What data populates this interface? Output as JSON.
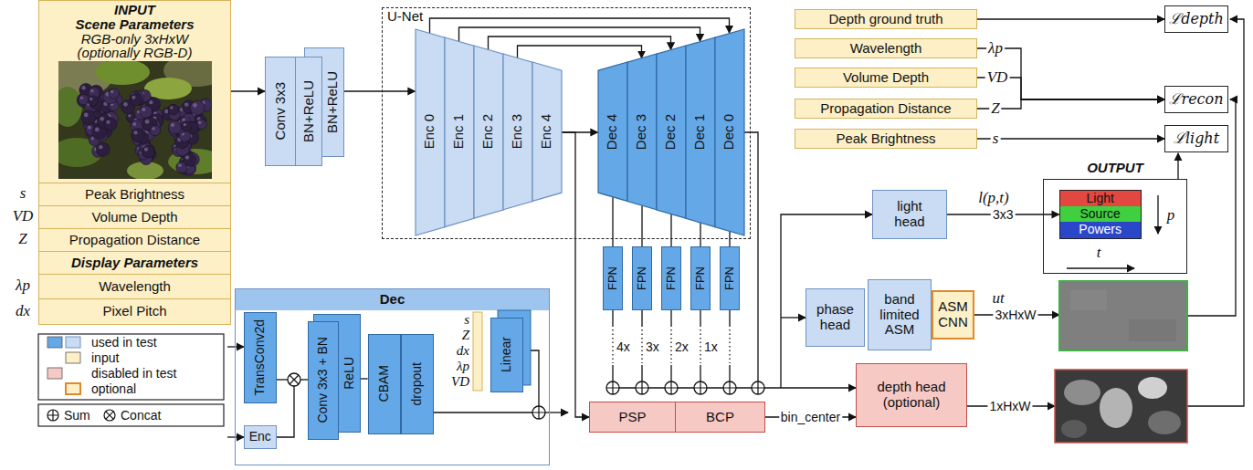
{
  "diagram": {
    "nodes": [
      {
        "text": [
          "INPUT",
          "Scene Parameters",
          "RGB-only 3xHxW (optionally RGB-D)"
        ]
      },
      {
        "text": [
          "Peak Brightness"
        ],
        "in": 0
      },
      {
        "text": [
          "Volume Depth"
        ],
        "in": 0
      },
      {
        "text": [
          "Propagation Distance"
        ],
        "in": 0
      },
      {
        "text": [
          "Display Parameters"
        ],
        "in": 0
      },
      {
        "text": [
          "Wavelength"
        ],
        "in": 0
      },
      {
        "text": [
          "Pixel Pitch"
        ],
        "in": 0
      },
      {
        "text": [
          "Conv 3x3"
        ]
      },
      {
        "text": [
          "BN+ReLU"
        ]
      },
      {
        "text": [
          "BN+ReLU"
        ]
      },
      {
        "text": [
          "U-Net"
        ]
      },
      {
        "text": [
          "Enc 0"
        ],
        "in": 10
      },
      {
        "text": [
          "Enc 1"
        ],
        "in": 10
      },
      {
        "text": [
          "Enc 2"
        ],
        "in": 10
      },
      {
        "text": [
          "Enc 3"
        ],
        "in": 10
      },
      {
        "text": [
          "Enc 4"
        ],
        "in": 10
      },
      {
        "text": [
          "Dec 4"
        ],
        "in": 10
      },
      {
        "text": [
          "Dec 3"
        ],
        "in": 10
      },
      {
        "text": [
          "Dec 2"
        ],
        "in": 10
      },
      {
        "text": [
          "Dec 1"
        ],
        "in": 10
      },
      {
        "text": [
          "Dec 0"
        ],
        "in": 10
      },
      {
        "text": [
          "FPN"
        ]
      },
      {
        "text": [
          "FPN"
        ]
      },
      {
        "text": [
          "FPN"
        ]
      },
      {
        "text": [
          "FPN"
        ]
      },
      {
        "text": [
          "FPN"
        ]
      },
      {
        "text": [
          "PSP"
        ]
      },
      {
        "text": [
          "BCP"
        ]
      },
      {
        "text": [
          "light head"
        ]
      },
      {
        "text": [
          "phase head"
        ]
      },
      {
        "text": [
          "band limited ASM"
        ]
      },
      {
        "text": [
          "ASM CNN"
        ]
      },
      {
        "text": [
          "depth head (optional)"
        ]
      },
      {
        "text": [
          "OUTPUT"
        ]
      },
      {
        "text": [
          "Light",
          "Source",
          "Powers"
        ],
        "in": 33
      },
      {
        "text": [
          "Depth ground truth"
        ]
      },
      {
        "text": [
          "Wavelength"
        ]
      },
      {
        "text": [
          "Volume Depth"
        ]
      },
      {
        "text": [
          "Propagation Distance"
        ]
      },
      {
        "text": [
          "Peak Brightness"
        ]
      },
      {
        "text": [
          "ℒdepth"
        ]
      },
      {
        "text": [
          "ℒrecon"
        ]
      },
      {
        "text": [
          "ℒlight"
        ]
      },
      {
        "text": [
          "Dec"
        ]
      },
      {
        "text": [
          "TransConv2d"
        ],
        "in": 43
      },
      {
        "text": [
          "Enc"
        ],
        "in": 43
      },
      {
        "text": [
          "Conv 3x3 + BN"
        ],
        "in": 43
      },
      {
        "text": [
          "ReLU"
        ],
        "in": 43
      },
      {
        "text": [
          "CBAM"
        ],
        "in": 43
      },
      {
        "text": [
          "dropout"
        ],
        "in": 43
      },
      {
        "text": [
          "Linear"
        ],
        "in": 43
      }
    ],
    "edges": [
      {
        "from": 0,
        "to": 7,
        "arrow": "to"
      },
      {
        "from": 9,
        "to": 11,
        "arrow": "to"
      },
      {
        "from": 11,
        "to": 20,
        "arrow": "to"
      },
      {
        "from": 12,
        "to": 19,
        "arrow": "to"
      },
      {
        "from": 13,
        "to": 18,
        "arrow": "to"
      },
      {
        "from": 14,
        "to": 17,
        "arrow": "to"
      },
      {
        "from": 15,
        "to": 16,
        "arrow": "to"
      },
      {
        "from": 15,
        "to": 26,
        "arrow": "to"
      },
      {
        "from": 16,
        "to": 21,
        "arrow": "none"
      },
      {
        "from": 17,
        "to": 22,
        "arrow": "none"
      },
      {
        "from": 18,
        "to": 23,
        "arrow": "none"
      },
      {
        "from": 19,
        "to": 24,
        "arrow": "none"
      },
      {
        "from": 20,
        "to": 25,
        "arrow": "none"
      },
      {
        "from": 27,
        "to": 32,
        "label": "bin_center",
        "arrow": "to"
      },
      {
        "from": 28,
        "to": 34,
        "label": "3x3",
        "arrow": "to"
      },
      {
        "from": 35,
        "to": 40,
        "arrow": "to"
      },
      {
        "from": 36,
        "to": 41,
        "arrow": "to"
      },
      {
        "from": 37,
        "to": 41,
        "arrow": "to"
      },
      {
        "from": 38,
        "to": 41,
        "arrow": "to"
      },
      {
        "from": 39,
        "to": 42,
        "arrow": "to"
      },
      {
        "from": 47,
        "to": 48,
        "arrow": "none"
      }
    ],
    "labels": [
      "s",
      "VD",
      "Z",
      "λp",
      "dx",
      "4x",
      "3x",
      "2x",
      "1x",
      "l(p,t)",
      "p",
      "t",
      "ut",
      "3xHxW",
      "1xHxW",
      "λp",
      "VD",
      "Z",
      "s",
      "s",
      "Z",
      "dx",
      "λp",
      "VD"
    ],
    "legend": [
      {
        "text": "used in test",
        "color": "#64a8e8"
      },
      {
        "text": "input",
        "color": "#fdf0c6"
      },
      {
        "text": "disabled in test",
        "color": "#f6c9c5"
      },
      {
        "text": "optional"
      },
      {
        "text": "Sum"
      },
      {
        "text": "Concat"
      }
    ]
  }
}
